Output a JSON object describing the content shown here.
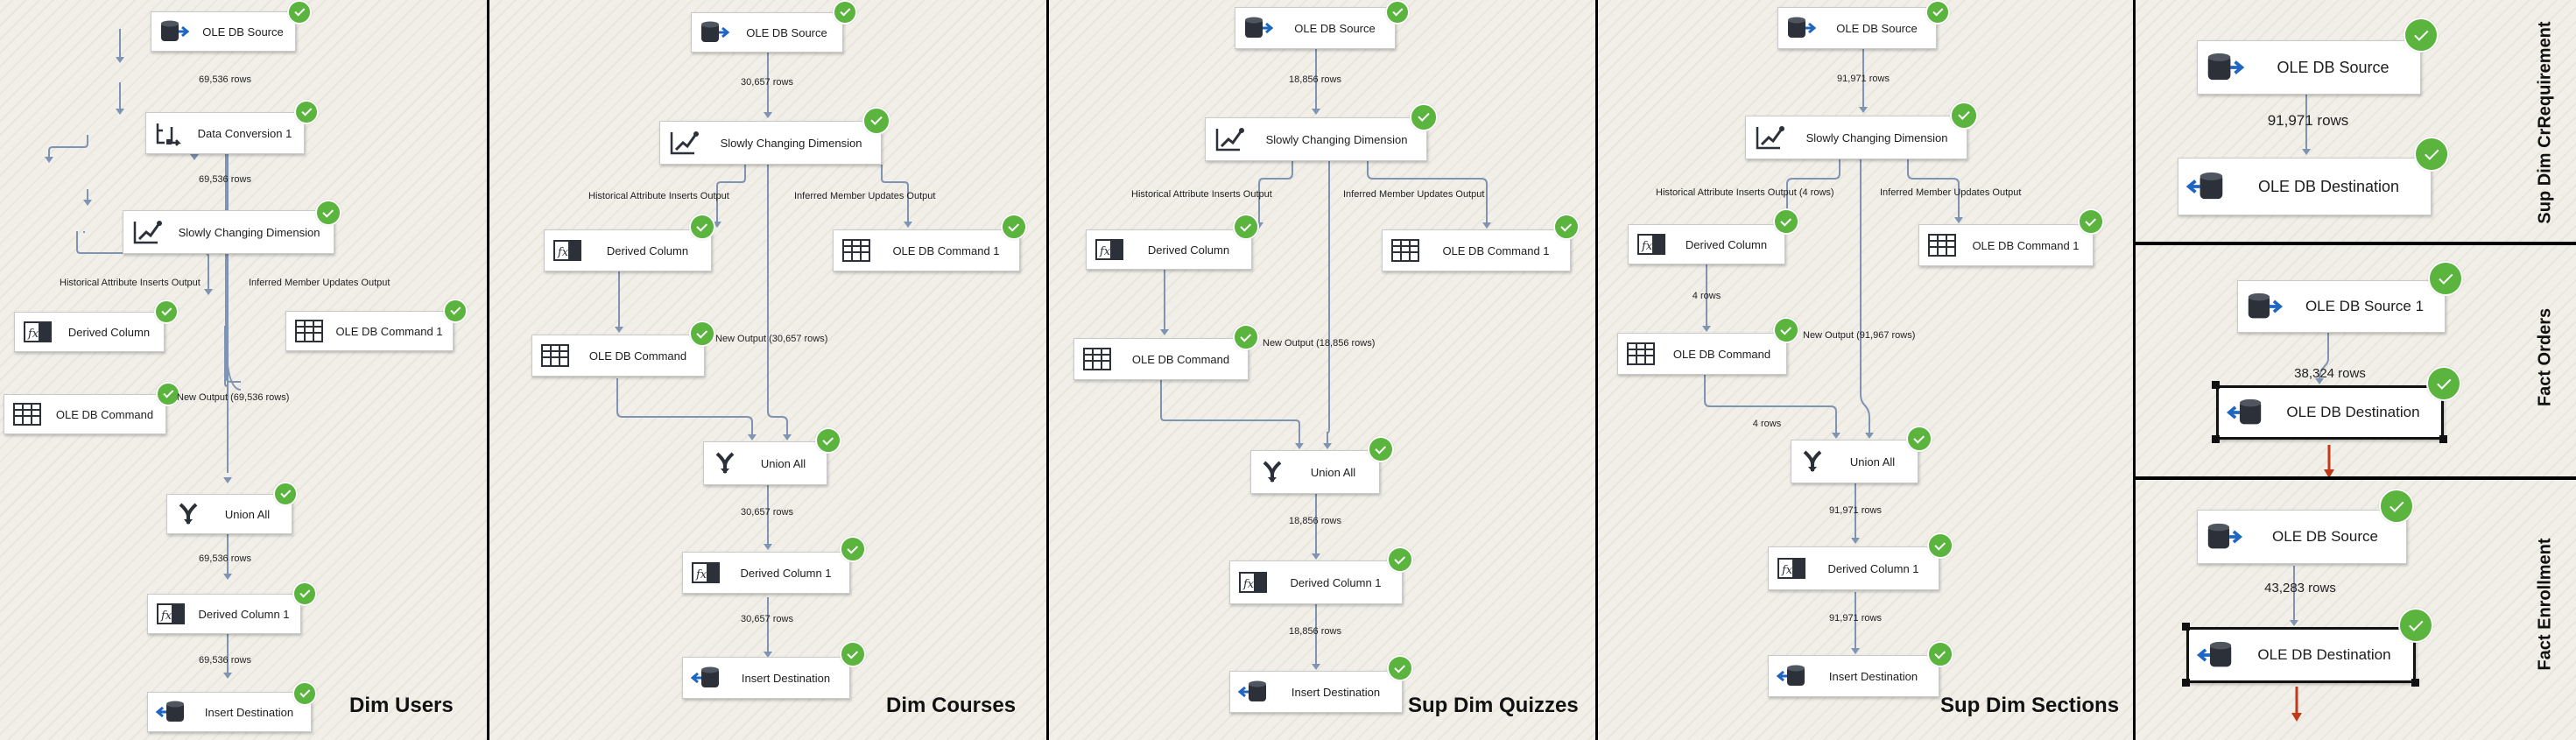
{
  "colors": {
    "success": "#5ab43d",
    "wire": "#7f93b2",
    "canvas": "#f1efe8",
    "error_path": "#c0391b"
  },
  "panels": {
    "dim_users": {
      "title": "Dim Users",
      "nodes": {
        "source": "OLE DB Source",
        "conversion": "Data Conversion 1",
        "scd": "Slowly Changing Dimension",
        "derived": "Derived Column",
        "olecommand": "OLE DB Command",
        "olecommand1": "OLE DB Command 1",
        "union": "Union All",
        "derived1": "Derived Column 1",
        "insert": "Insert Destination"
      },
      "labels": {
        "rows_source": "69,536 rows",
        "rows_conv": "69,536 rows",
        "historical": "Historical Attribute Inserts Output",
        "inferred": "Inferred Member Updates Output",
        "new_output": "New Output (69,536 rows)",
        "rows_union": "69,536 rows",
        "rows_derived1": "69,536 rows"
      }
    },
    "dim_courses": {
      "title": "Dim Courses",
      "nodes": {
        "source": "OLE DB Source",
        "scd": "Slowly Changing Dimension",
        "derived": "Derived Column",
        "olecommand1": "OLE DB Command 1",
        "olecommand": "OLE DB Command",
        "union": "Union All",
        "derived1": "Derived Column 1",
        "insert": "Insert Destination"
      },
      "labels": {
        "rows_source": "30,657 rows",
        "historical": "Historical Attribute Inserts Output",
        "inferred": "Inferred Member Updates Output",
        "new_output": "New Output (30,657 rows)",
        "rows_union": "30,657 rows",
        "rows_derived1": "30,657 rows"
      }
    },
    "sup_dim_quizzes": {
      "title": "Sup Dim Quizzes",
      "nodes": {
        "source": "OLE DB Source",
        "scd": "Slowly Changing Dimension",
        "derived": "Derived Column",
        "olecommand1": "OLE DB Command 1",
        "olecommand": "OLE DB Command",
        "union": "Union All",
        "derived1": "Derived Column 1",
        "insert": "Insert Destination"
      },
      "labels": {
        "rows_source": "18,856 rows",
        "historical": "Historical Attribute Inserts Output",
        "inferred": "Inferred Member Updates Output",
        "new_output": "New Output (18,856 rows)",
        "rows_union": "18,856 rows",
        "rows_derived1": "18,856 rows"
      }
    },
    "sup_dim_sections": {
      "title": "Sup Dim Sections",
      "nodes": {
        "source": "OLE DB Source",
        "scd": "Slowly Changing Dimension",
        "derived": "Derived Column",
        "olecommand1": "OLE DB Command 1",
        "olecommand": "OLE DB Command",
        "union": "Union All",
        "derived1": "Derived Column 1",
        "insert": "Insert Destination"
      },
      "labels": {
        "rows_source": "91,971 rows",
        "historical": "Historical Attribute Inserts Output (4 rows)",
        "inferred": "Inferred Member Updates Output",
        "rows_derived": "4 rows",
        "new_output": "New Output (91,967 rows)",
        "rows_olecommand": "4 rows",
        "rows_union": "91,971 rows",
        "rows_derived1": "91,971 rows"
      }
    },
    "sup_dim_crrequirement": {
      "title": "Sup Dim CrRequirement",
      "nodes": {
        "source": "OLE DB Source",
        "destination": "OLE DB Destination"
      },
      "labels": {
        "rows": "91,971 rows"
      }
    },
    "fact_orders": {
      "title": "Fact Orders",
      "nodes": {
        "source": "OLE DB Source 1",
        "destination": "OLE DB Destination"
      },
      "labels": {
        "rows": "38,324 rows"
      }
    },
    "fact_enrollment": {
      "title": "Fact Enrollment",
      "nodes": {
        "source": "OLE DB Source",
        "destination": "OLE DB Destination"
      },
      "labels": {
        "rows": "43,283 rows"
      }
    }
  }
}
